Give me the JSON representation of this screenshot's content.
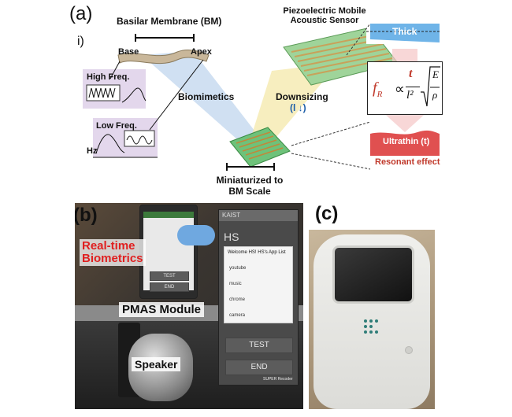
{
  "panel_a": {
    "panel_label": "(a)",
    "sub_label": "i)",
    "bm_title": "Basilar Membrane (BM)",
    "base_label": "Base",
    "apex_label": "Apex",
    "high_freq_label": "High Freq.",
    "low_freq_label": "Low Freq.",
    "hz_label": "Hz",
    "biomimetics_label": "Biomimetics",
    "pmas_title_line1": "Piezoelectric Mobile",
    "pmas_title_line2": "Acoustic Sensor",
    "thick_label": "Thick",
    "downsizing_label": "Downsizing",
    "downsizing_symbol": "(l ↓)",
    "formula_f": "f",
    "formula_sub": "R",
    "formula_prop": "∝",
    "formula_num": "t",
    "formula_den": "l²",
    "formula_E": "E",
    "formula_rho": "ρ",
    "ultrathin_label": "Ultrathin (t)",
    "resonant_label": "Resonant effect",
    "miniaturized_line1": "Miniaturized to",
    "miniaturized_line2": "BM Scale"
  },
  "panel_b": {
    "panel_label": "(b)",
    "realtime_line1": "Real-time",
    "realtime_line2": "Biometrics",
    "pmas_module_label": "PMAS Module",
    "speaker_label": "Speaker",
    "small_test_label": "TEST",
    "small_end_label": "END",
    "screen_header": "KAIST",
    "screen_title": "HS",
    "list_title": "Welcome HS! HS's App List",
    "list_items": [
      "youtube",
      "music",
      "chrome",
      "camera"
    ],
    "test_button": "TEST",
    "end_button": "END",
    "recorder_label": "SUPER Recoder"
  },
  "panel_c": {
    "panel_label": "(c)"
  }
}
